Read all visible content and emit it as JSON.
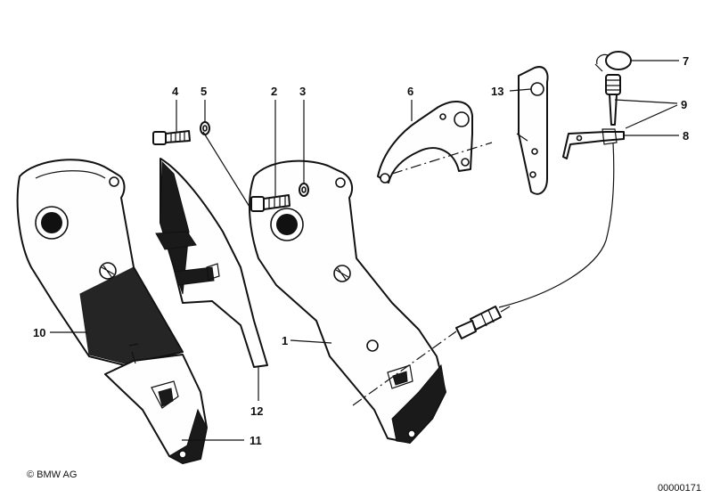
{
  "callouts": {
    "c1": "1",
    "c2": "2",
    "c3": "3",
    "c4": "4",
    "c5": "5",
    "c6": "6",
    "c7": "7",
    "c8": "8",
    "c9": "9",
    "c10": "10",
    "c11": "11",
    "c12": "12",
    "c13": "13"
  },
  "footer": {
    "copyright": "© BMW AG",
    "drawing_number": "00000171"
  }
}
